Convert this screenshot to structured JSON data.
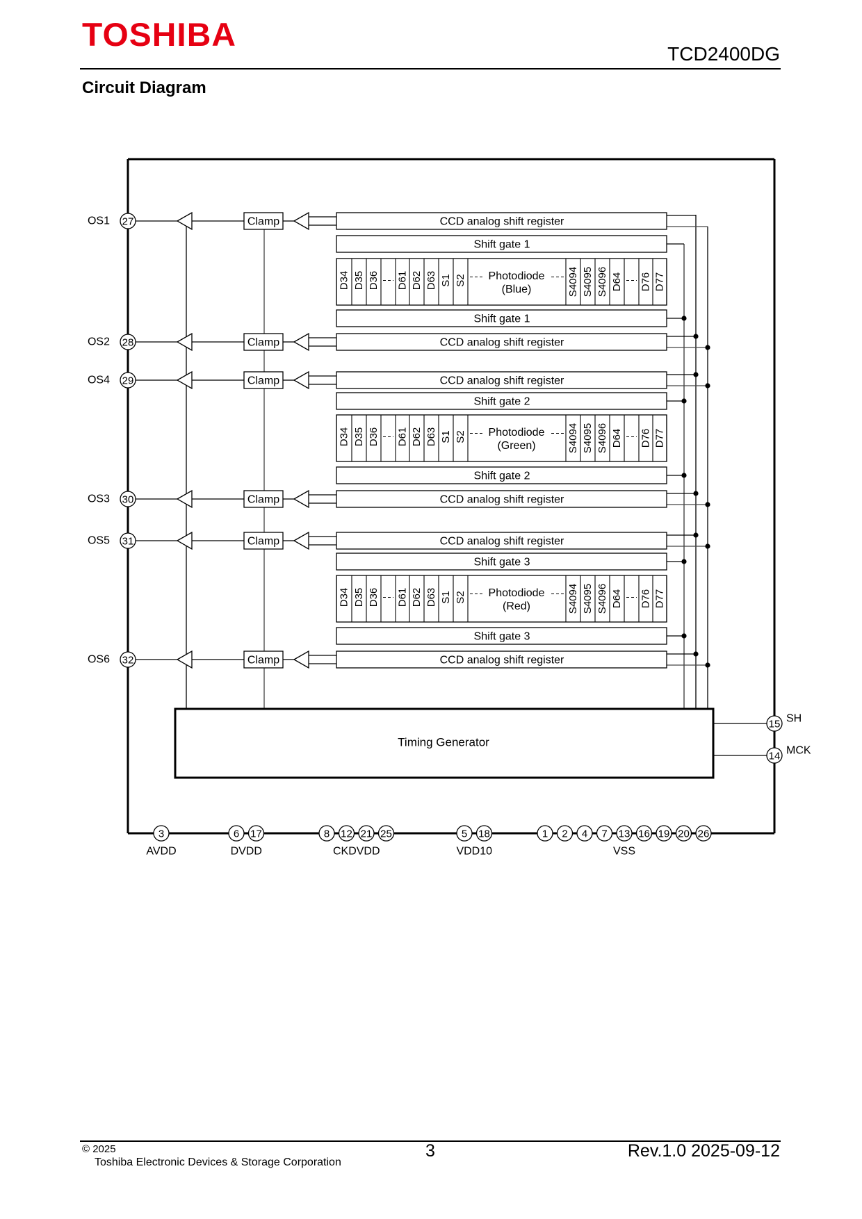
{
  "header": {
    "logo": "TOSHIBA",
    "logo_color": "#e60012",
    "part_number": "TCD2400DG",
    "section_title": "Circuit Diagram"
  },
  "diagram": {
    "outputs": [
      {
        "label": "OS1",
        "pin": "27",
        "clamp": "Clamp",
        "register": "CCD analog shift register"
      },
      {
        "label": "OS2",
        "pin": "28",
        "clamp": "Clamp",
        "register": "CCD analog shift register"
      },
      {
        "label": "OS4",
        "pin": "29",
        "clamp": "Clamp",
        "register": "CCD analog shift register"
      },
      {
        "label": "OS3",
        "pin": "30",
        "clamp": "Clamp",
        "register": "CCD analog shift register"
      },
      {
        "label": "OS5",
        "pin": "31",
        "clamp": "Clamp",
        "register": "CCD analog shift register"
      },
      {
        "label": "OS6",
        "pin": "32",
        "clamp": "Clamp",
        "register": "CCD analog shift register"
      }
    ],
    "shift_gates": [
      "Shift gate 1",
      "Shift gate 1",
      "Shift gate 2",
      "Shift gate 2",
      "Shift gate 3",
      "Shift gate 3"
    ],
    "photodiode_arrays": [
      {
        "name": "Photodiode",
        "color": "(Blue)"
      },
      {
        "name": "Photodiode",
        "color": "(Green)"
      },
      {
        "name": "Photodiode",
        "color": "(Red)"
      }
    ],
    "photodiode_cells_left": [
      "D34",
      "D35",
      "D36",
      "---",
      "D61",
      "D62",
      "D63",
      "S1",
      "S2"
    ],
    "photodiode_cells_right": [
      "S4094",
      "S4095",
      "S4096",
      "D64",
      "---",
      "D76",
      "D77"
    ],
    "timing_generator": "Timing Generator",
    "control_pins": [
      {
        "pin": "15",
        "label": "SH"
      },
      {
        "pin": "14",
        "label": "MCK"
      }
    ],
    "power_groups": [
      {
        "label": "AVDD",
        "pins": [
          "3"
        ]
      },
      {
        "label": "DVDD",
        "pins": [
          "6",
          "17"
        ]
      },
      {
        "label": "CKDVDD",
        "pins": [
          "8",
          "12",
          "21",
          "25"
        ]
      },
      {
        "label": "VDD10",
        "pins": [
          "5",
          "18"
        ]
      },
      {
        "label": "VSS",
        "pins": [
          "1",
          "2",
          "4",
          "7",
          "13",
          "16",
          "19",
          "20",
          "26"
        ]
      }
    ]
  },
  "footer": {
    "copyright": "© 2025",
    "company": "Toshiba Electronic Devices & Storage Corporation",
    "page": "3",
    "revision": "Rev.1.0 2025-09-12"
  }
}
